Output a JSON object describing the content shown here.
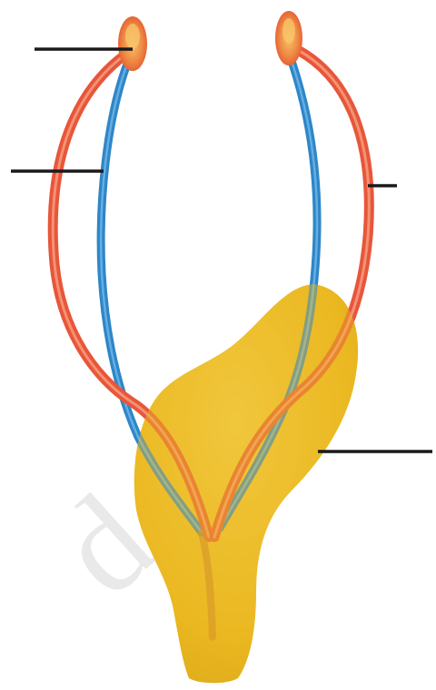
{
  "diagram": {
    "colors": {
      "artery": "#e8563a",
      "artery_highlight": "#f6a183",
      "vein": "#2e86c8",
      "vein_highlight": "#7cc0ec",
      "gland": "#e9b51c",
      "gland_light": "#f3cf4e",
      "gland_dark": "#cf9a10",
      "ovary": "#ec6a3a",
      "ovary_center": "#f7c46a",
      "label_line": "#1a1a1a"
    },
    "watermark_text": "d O",
    "label_lines": [
      {
        "target": "left-tip"
      },
      {
        "target": "left-vessel"
      },
      {
        "target": "right-vessel"
      },
      {
        "target": "gland"
      }
    ]
  }
}
